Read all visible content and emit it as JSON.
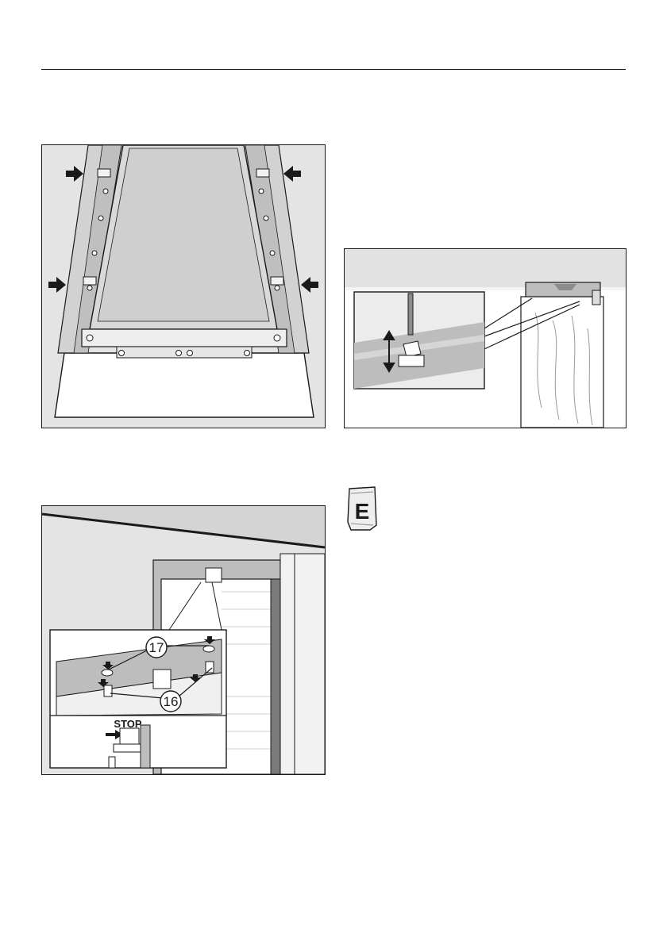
{
  "figures": {
    "fig3": {
      "callout_17": "17",
      "callout_16": "16",
      "stop_label": "STOP"
    }
  },
  "accessory_bag": {
    "letter": "E",
    "icon": "accessory-bag-icon"
  },
  "colors": {
    "line": "#1a1a1a",
    "panel_grey": "#e4e4e4",
    "mid_grey": "#bdbdbd",
    "dark_grey": "#8c8c8c"
  }
}
